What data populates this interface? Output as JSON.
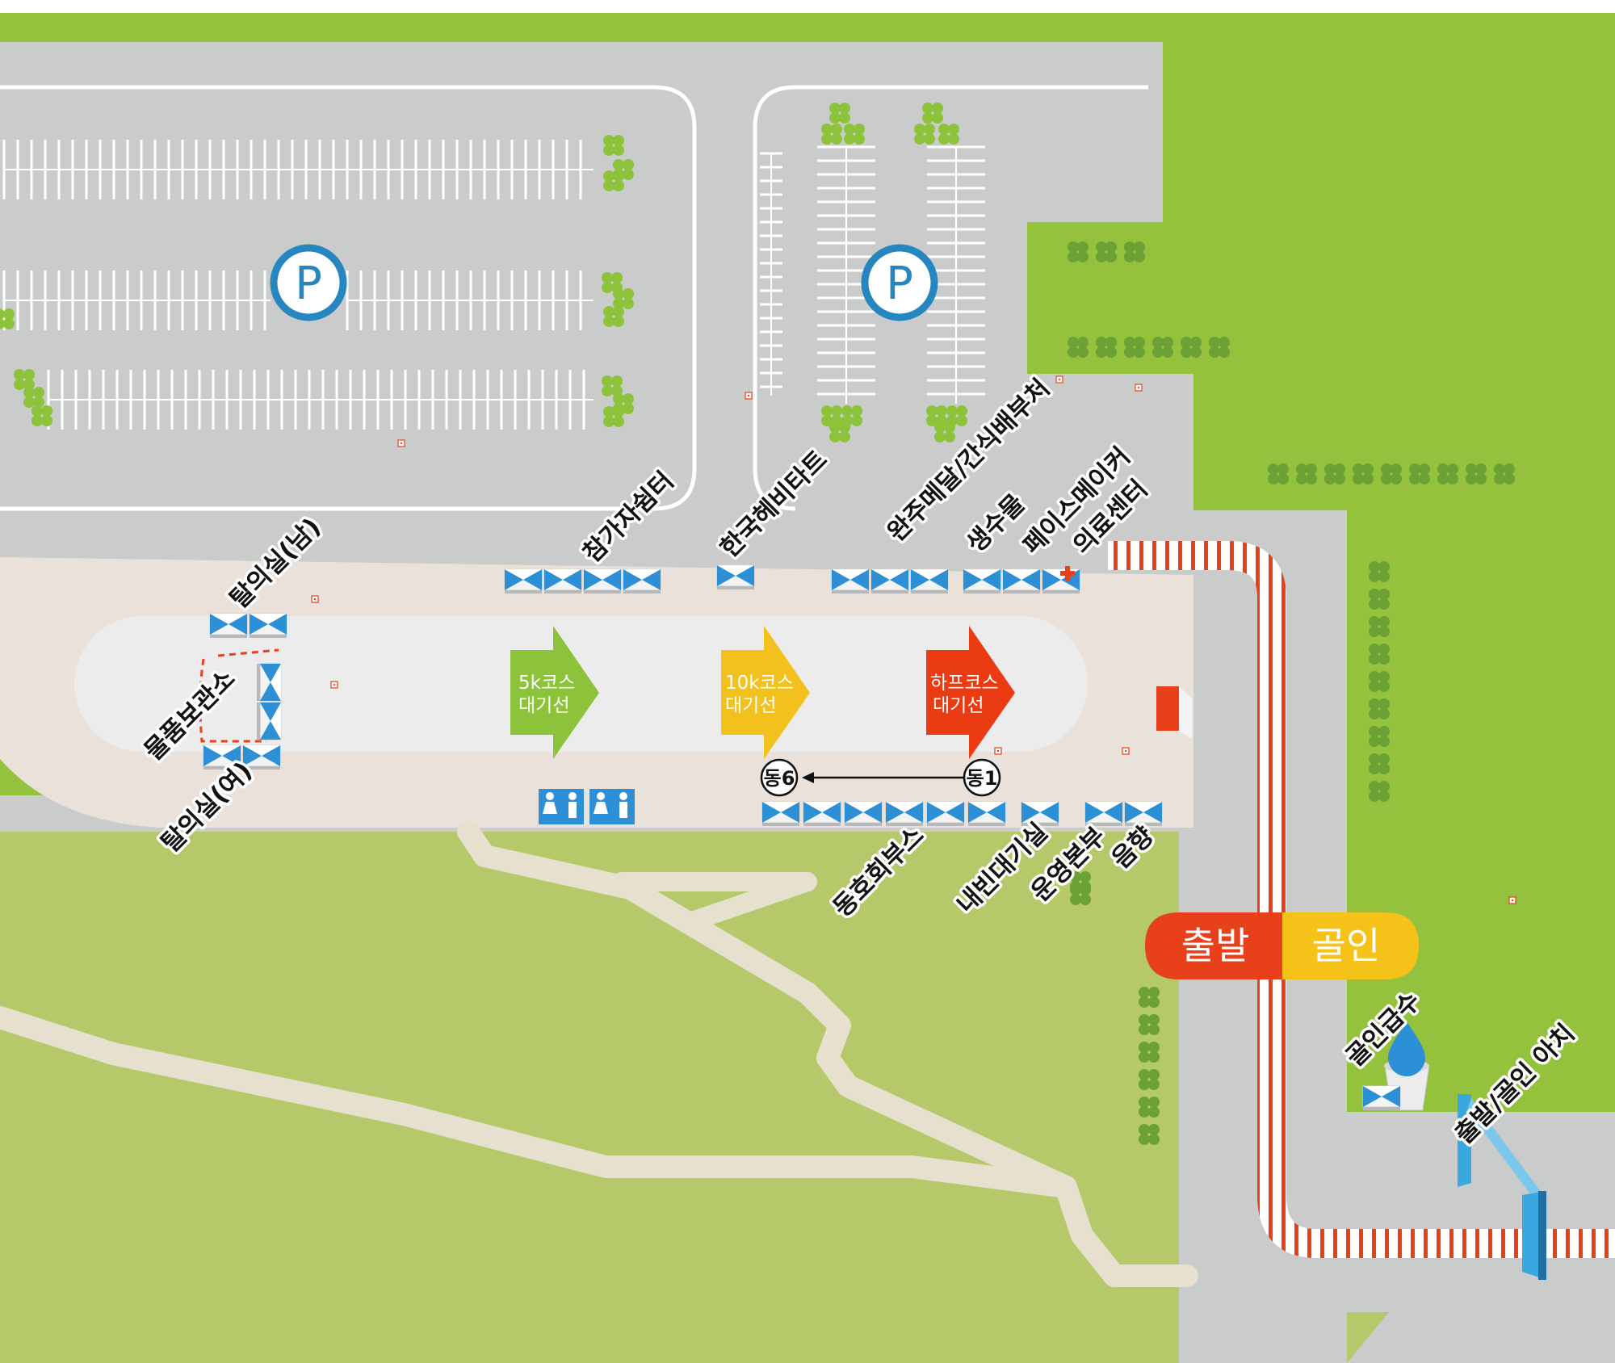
{
  "map": {
    "colors": {
      "grass": "#94c23d",
      "light_grass": "#b6c96a",
      "asphalt": "#cacbcb",
      "plaza": "#e9e1da",
      "inner_plaza": "#ececec",
      "tree": "#6ca135",
      "path": "#e7e0cf",
      "tent_blue": "#2d8fd6",
      "start_red": "#e9401a",
      "finish_yellow": "#f5c21a",
      "arrow_5k": "#8dc33b",
      "arrow_10k": "#f2c11d",
      "arrow_half": "#ea3b12",
      "parking_ring": "#2586c0",
      "arch_blue": "#39a8e0"
    },
    "parking": [
      {
        "symbol": "P",
        "icon": "parking-icon"
      },
      {
        "symbol": "P",
        "icon": "parking-icon"
      }
    ],
    "labels": {
      "changing_men": "탈의실(남)",
      "changing_women": "탈의실(여)",
      "baggage": "물품보관소",
      "rest_area": "참가자쉼터",
      "hanguk": "한국헤비타트",
      "medal": "완주메달/간식배부처",
      "water": "생수물",
      "pacemaker": "페이스메이커",
      "medical": "의료센터",
      "club_booth": "동호회부스",
      "vip_waiting": "내빈대기실",
      "operations": "운영본부",
      "sound": "음향",
      "finish_water": "골인급수",
      "arch": "출발/골인 아치"
    },
    "waiting_lines": [
      {
        "line1": "5k코스",
        "line2": "대기선"
      },
      {
        "line1": "10k코스",
        "line2": "대기선"
      },
      {
        "line1": "하프코스",
        "line2": "대기선"
      }
    ],
    "club_markers": {
      "from": "동1",
      "to": "동6"
    },
    "start_finish": {
      "start": "출발",
      "finish": "골인"
    },
    "icons": [
      "restroom-icon",
      "restroom-icon",
      "water-drop-icon",
      "medical-cross-icon",
      "tree-icon"
    ]
  }
}
